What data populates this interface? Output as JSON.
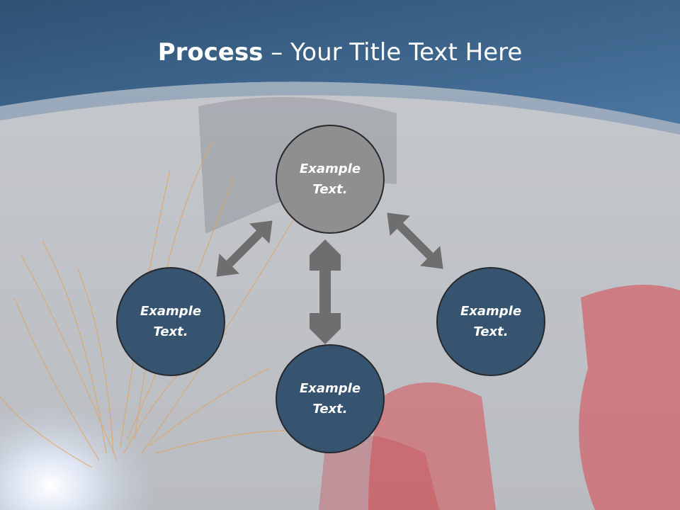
{
  "title": {
    "bold": "Process",
    "rest": " – Your Title Text Here"
  },
  "nodes": [
    {
      "id": "top",
      "label": "Example Text."
    },
    {
      "id": "left",
      "label": "Example Text."
    },
    {
      "id": "right",
      "label": "Example Text."
    },
    {
      "id": "bottom",
      "label": "Example Text."
    }
  ],
  "colors": {
    "header": "#3d6188",
    "top_node": "#8f8f8f",
    "node": "#36536f",
    "arrow": "#6e6e6e"
  },
  "icons": {
    "arrows": "double-headed-arrow"
  }
}
